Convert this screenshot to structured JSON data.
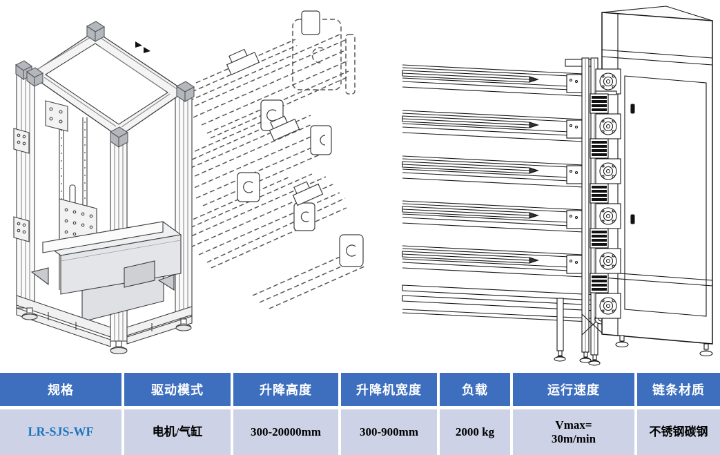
{
  "figures": {
    "left": "frame-lift-isometric-drawing",
    "right": "cabinet-fork-lift-drawing"
  },
  "spec_table": {
    "headers": [
      "规格",
      "驱动模式",
      "升降高度",
      "升降机宽度",
      "负载",
      "运行速度",
      "链条材质"
    ],
    "row": {
      "model": "LR-SJS-WF",
      "drive_mode": "电机/气缸",
      "lift_height": "300-20000mm",
      "lifter_width": "300-900mm",
      "load": "2000 kg",
      "speed": "Vmax=\n30m/min",
      "chain_material": "不锈钢碳钢"
    }
  },
  "colors": {
    "page_bg": "#FFFFFF",
    "table_header_bg": "#3E6FBE",
    "table_header_text": "#FFFFFF",
    "table_row_bg": "#CDD2E6",
    "model_text": "#1B75BC",
    "body_text": "#000000",
    "line_art": "#333333"
  }
}
